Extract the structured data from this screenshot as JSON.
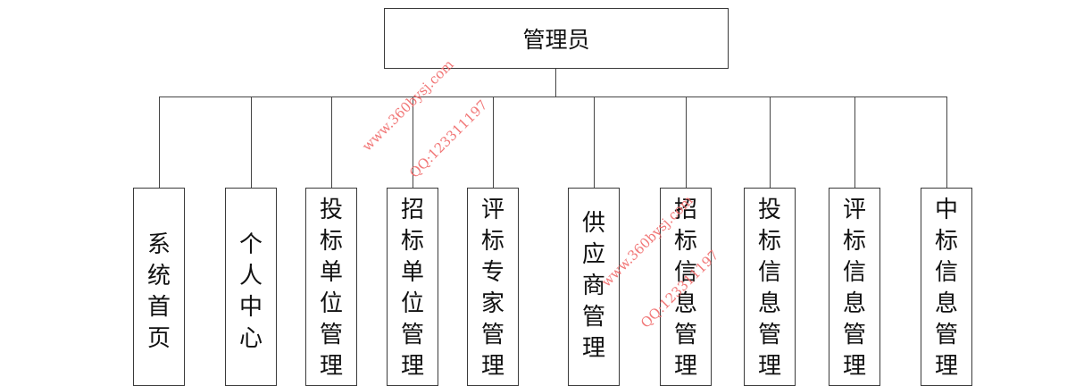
{
  "diagram": {
    "root": {
      "label": "管理员"
    },
    "children": [
      {
        "label": "系统首页"
      },
      {
        "label": "个人中心"
      },
      {
        "label": "投标单位管理"
      },
      {
        "label": "招标单位管理"
      },
      {
        "label": "评标专家管理"
      },
      {
        "label": "供应商管理"
      },
      {
        "label": "招标信息管理"
      },
      {
        "label": "投标信息管理"
      },
      {
        "label": "评标信息管理"
      },
      {
        "label": "中标信息管理"
      }
    ]
  },
  "watermarks": {
    "site": "www.360bysj.com",
    "qq": "QQ:123311197"
  }
}
